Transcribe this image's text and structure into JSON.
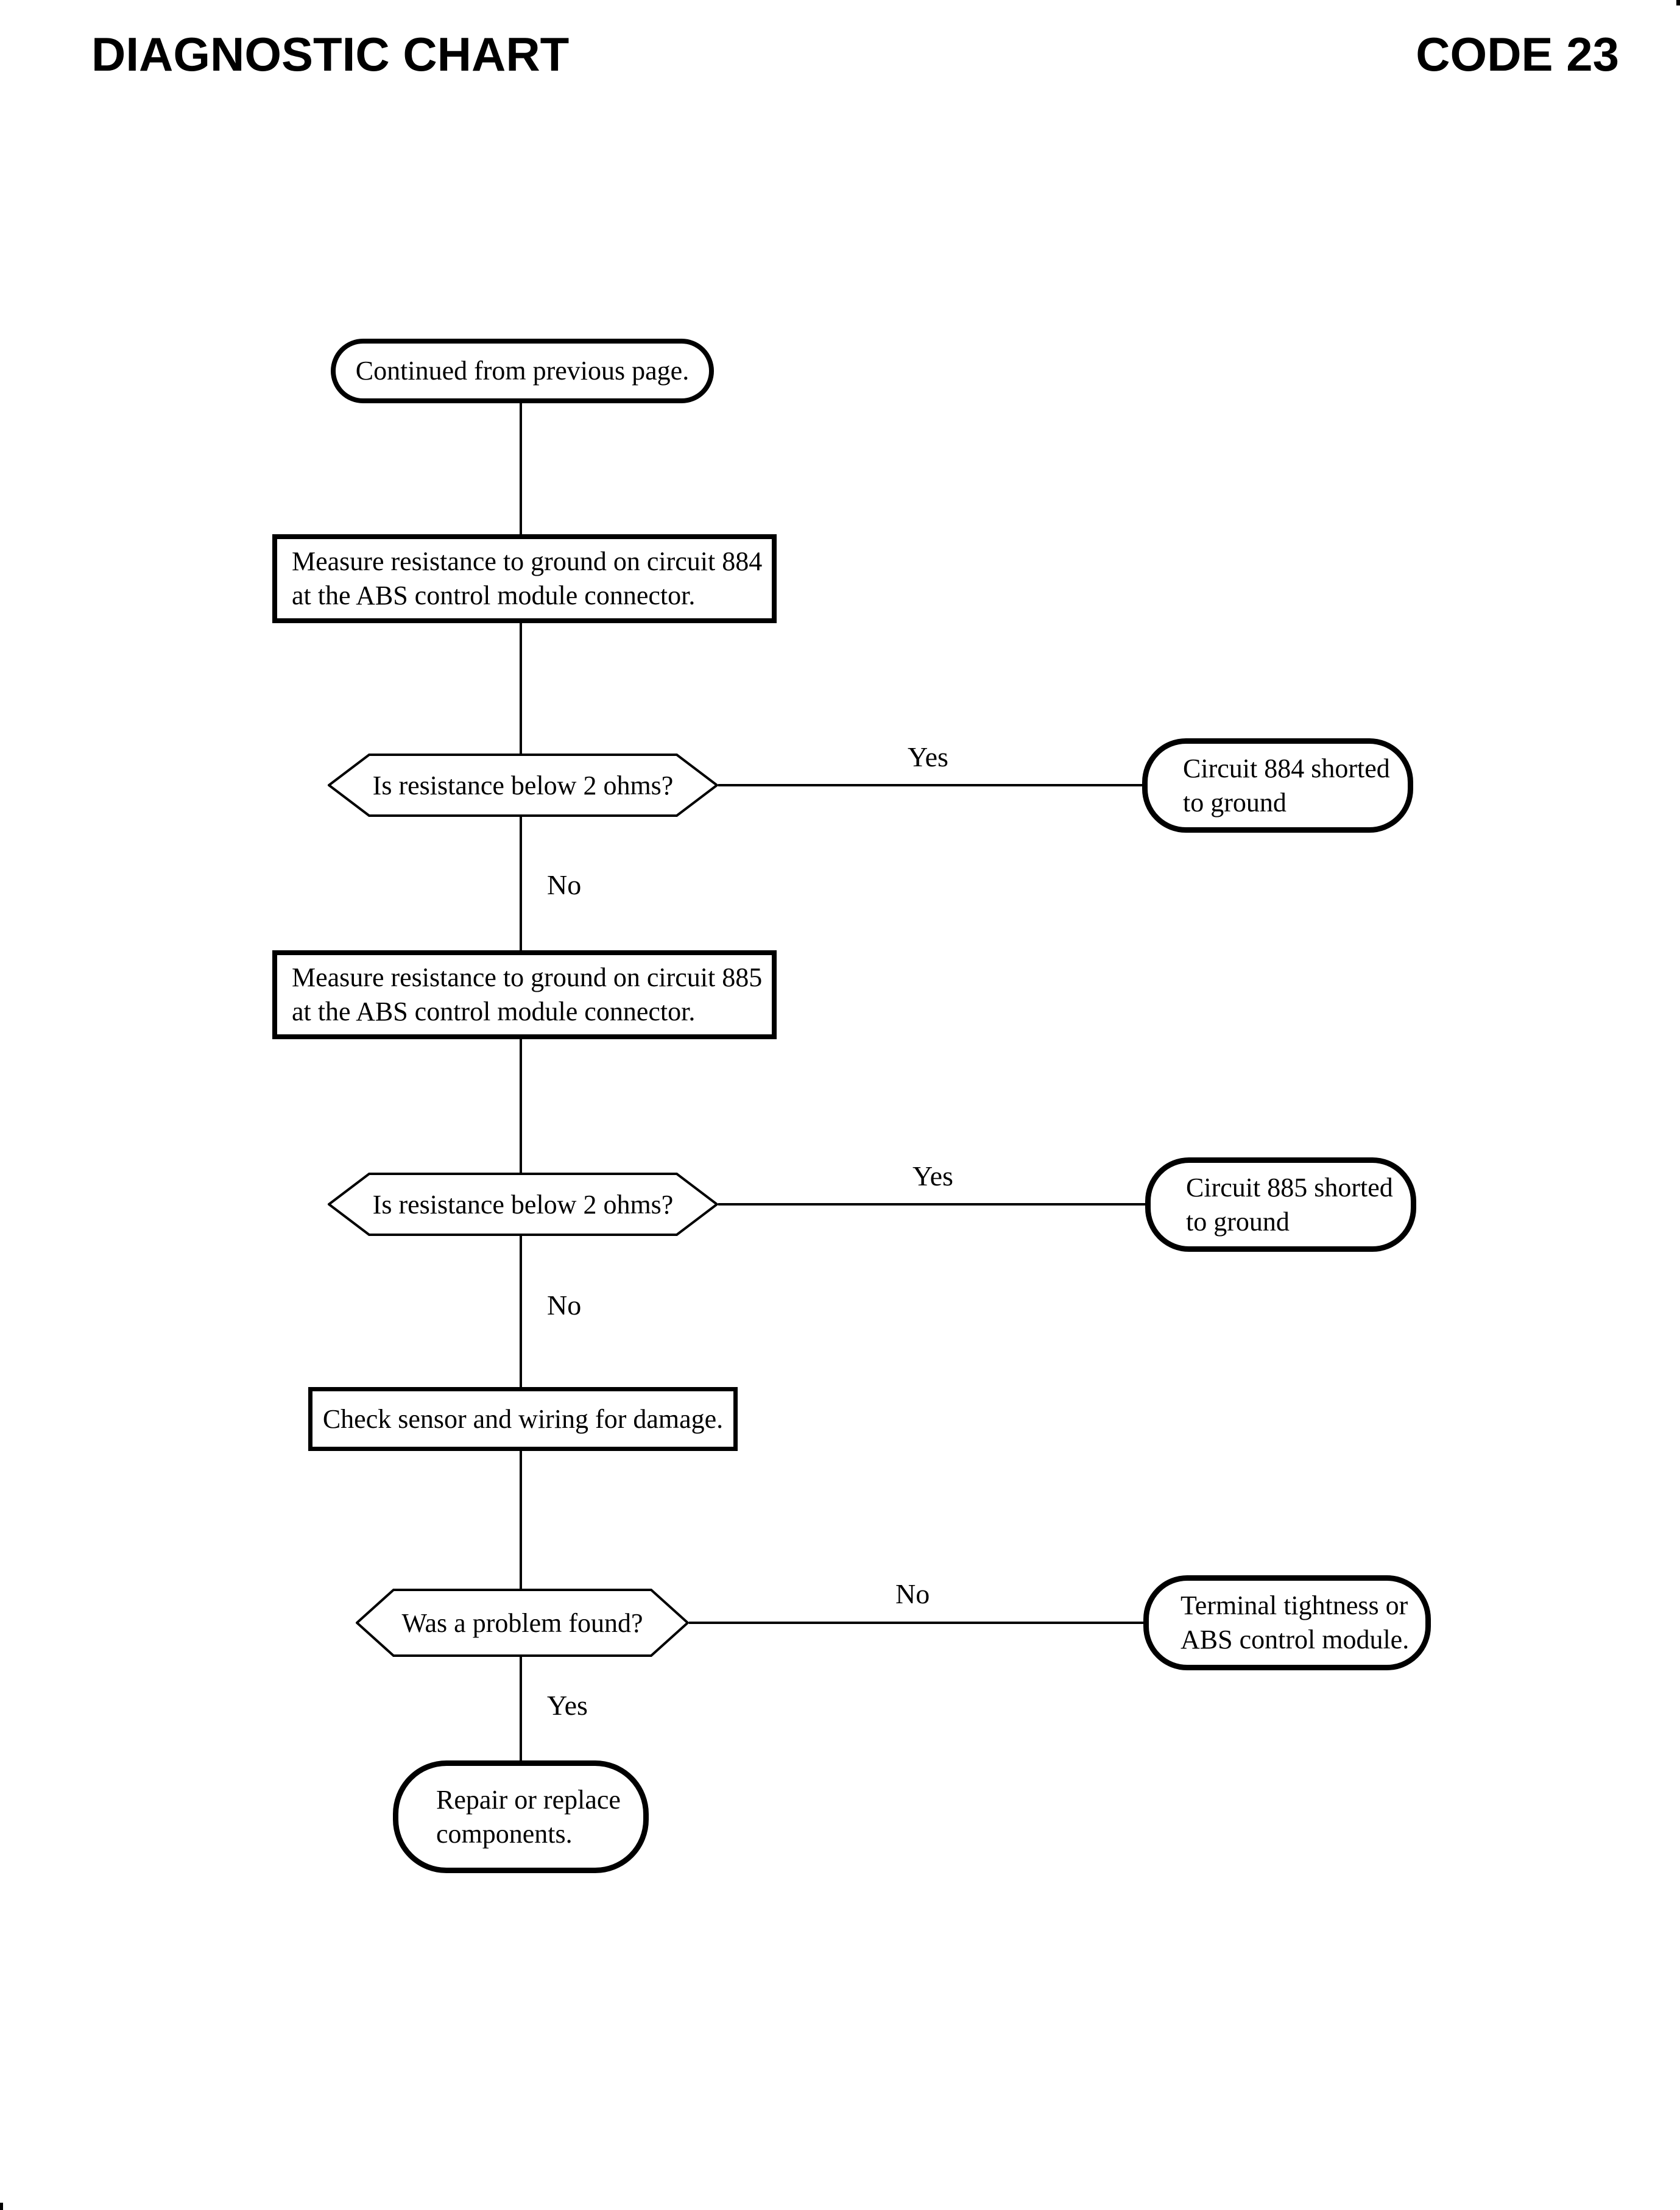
{
  "header": {
    "title": "DIAGNOSTIC CHART",
    "code": "CODE 23"
  },
  "colors": {
    "ink": "#000000",
    "background": "#ffffff"
  },
  "flowchart": {
    "start": {
      "label": "Continued from previous page."
    },
    "step_884": {
      "line1": "Measure resistance to ground on circuit 884",
      "line2": "at the ABS control module connector."
    },
    "decision_884": {
      "question": "Is resistance below 2 ohms?",
      "yes": "Yes",
      "no": "No"
    },
    "result_884": {
      "line1": "Circuit 884 shorted",
      "line2": "to ground"
    },
    "step_885": {
      "line1": "Measure resistance to ground on circuit 885",
      "line2": "at the ABS control module connector."
    },
    "decision_885": {
      "question": "Is resistance below 2 ohms?",
      "yes": "Yes",
      "no": "No"
    },
    "result_885": {
      "line1": "Circuit 885 shorted",
      "line2": "to ground"
    },
    "step_check": {
      "label": "Check sensor and wiring for damage."
    },
    "decision_problem": {
      "question": "Was a problem found?",
      "no": "No",
      "yes": "Yes"
    },
    "result_terminal": {
      "line1": "Terminal tightness or",
      "line2": "ABS control module."
    },
    "result_repair": {
      "line1": "Repair or replace",
      "line2": "components."
    }
  }
}
